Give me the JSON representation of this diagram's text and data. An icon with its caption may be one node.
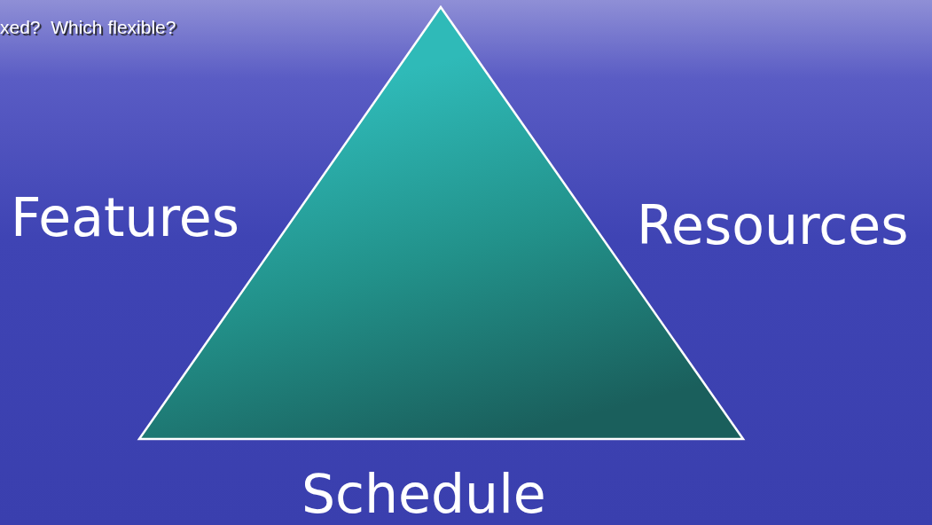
{
  "diagram": {
    "labels": [
      "xed?  Which flexible?",
      "Features",
      "Resources",
      "Schedule"
    ]
  }
}
